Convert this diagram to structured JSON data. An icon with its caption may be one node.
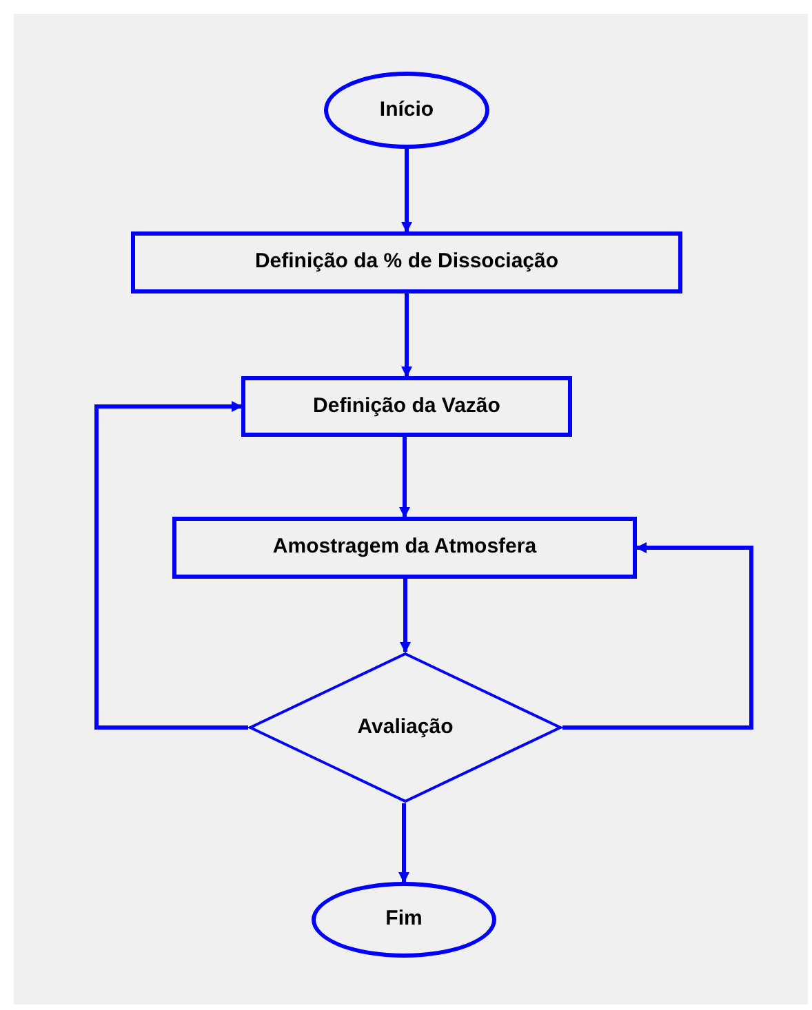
{
  "diagram": {
    "nodes": [
      {
        "text": [
          "Início"
        ]
      },
      {
        "text": [
          "Definição da % de Dissociação"
        ]
      },
      {
        "text": [
          "Definição da Vazão"
        ]
      },
      {
        "text": [
          "Amostragem da Atmosfera"
        ]
      },
      {
        "text": [
          "Avaliação"
        ]
      },
      {
        "text": [
          "Fim"
        ]
      }
    ],
    "edges": [
      {
        "from": 0,
        "to": 1,
        "arrow": "to"
      },
      {
        "from": 1,
        "to": 2,
        "arrow": "to"
      },
      {
        "from": 2,
        "to": 3,
        "arrow": "to"
      },
      {
        "from": 3,
        "to": 4,
        "arrow": "to"
      },
      {
        "from": 4,
        "to": 5,
        "arrow": "to"
      },
      {
        "from": 4,
        "to": 2,
        "arrow": "to"
      },
      {
        "from": 4,
        "to": 3,
        "arrow": "to"
      }
    ]
  }
}
